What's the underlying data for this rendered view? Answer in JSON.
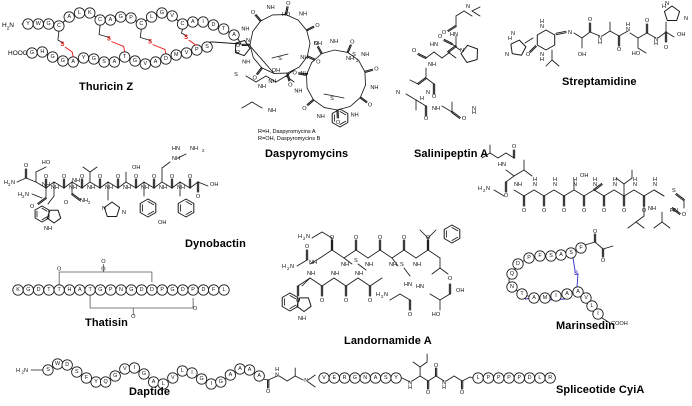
{
  "figure": {
    "kind": "chemical-structure-plate",
    "background_color": "#ffffff",
    "ink_color": "#1a1a1a",
    "accent_sulfur_red": "#e8130f",
    "accent_sulfur_blue": "#2b2bc8"
  },
  "compounds": [
    {
      "id": "thuricin-z",
      "label": "Thuricin Z",
      "style": "bead-sequence",
      "n_terminus": "H2N",
      "c_terminus": "HOOC",
      "top_sequence": [
        "Y",
        "W",
        "G",
        "C",
        "A",
        "L",
        "K",
        "C",
        "A",
        "G",
        "P",
        "C",
        "L",
        "G",
        "V",
        "C",
        "A",
        "I",
        "D",
        "T",
        "A"
      ],
      "bottom_sequence": [
        "G",
        "H",
        "G",
        "G",
        "A",
        "Y",
        "G",
        "S",
        "A",
        "T",
        "G",
        "V",
        "A",
        "D",
        "M",
        "V",
        "P",
        "S"
      ],
      "thioether_label": "S",
      "thioether_count": 4,
      "thioether_color": "#e8130f"
    },
    {
      "id": "daspyromycins",
      "label": "Daspyromycins",
      "style": "skeletal",
      "notes": [
        "R=H, Daspyromycins A",
        "R=OH, Daspyromycins B"
      ],
      "r_group_label": "R"
    },
    {
      "id": "salinipeptin-a",
      "label": "Salinipeptin A",
      "style": "skeletal"
    },
    {
      "id": "streptamidine",
      "label": "Streptamidine",
      "style": "skeletal"
    },
    {
      "id": "dynobactin",
      "label": "Dynobactin",
      "style": "skeletal"
    },
    {
      "id": "thatisin",
      "label": "Thatisin",
      "style": "bead-sequence",
      "sequence": [
        "K",
        "G",
        "D",
        "T",
        "T",
        "H",
        "A",
        "T",
        "G",
        "P",
        "N",
        "G",
        "D",
        "D",
        "P",
        "G",
        "D",
        "P",
        "D",
        "F",
        "L"
      ],
      "ester_crosslinks": 2
    },
    {
      "id": "landornamide-a",
      "label": "Landornamide A",
      "style": "skeletal"
    },
    {
      "id": "marinsedin",
      "label": "Marinsedin",
      "style": "bead-sequence",
      "sequence_top": [
        "Q",
        "D",
        "P",
        "F",
        "S",
        "A",
        "S",
        "F"
      ],
      "sequence_bottom": [
        "N",
        "T",
        "A",
        "M",
        "I",
        "A",
        "A",
        "V",
        "L",
        "I"
      ],
      "c_terminus": "COOH",
      "thioether_label": "S",
      "thioether_count": 2,
      "thioether_color": "#2b2bc8"
    },
    {
      "id": "daptide",
      "label": "Daptide",
      "style": "bead-sequence",
      "n_terminus": "H2N",
      "sequence": [
        "S",
        "W",
        "D",
        "S",
        "F",
        "Y",
        "Q",
        "G",
        "V",
        "I",
        "G",
        "A",
        "L",
        "V",
        "L",
        "I",
        "G",
        "I",
        "G",
        "A",
        "A",
        "A",
        "A"
      ]
    },
    {
      "id": "spliceotide-cyia",
      "label": "Spliceotide CyiA",
      "style": "bead-sequence-hybrid",
      "sequence_left": [
        "V",
        "E",
        "R",
        "G",
        "N",
        "A",
        "S",
        "Y"
      ],
      "sequence_right": [
        "L",
        "P",
        "P",
        "P",
        "P",
        "D",
        "L",
        "R"
      ]
    }
  ],
  "atom_labels": {
    "amine": "H2N",
    "amide_nh": "NH",
    "nh": "N",
    "hn": "HN",
    "oxygen": "O",
    "hydroxyl": "OH",
    "carboxyl": "COOH",
    "cooh_short": "OH",
    "amide_nh2": "NH2",
    "sulfur": "S",
    "hooc": "HOOC",
    "ho": "HO",
    "h": "H",
    "nitrogen": "N"
  }
}
